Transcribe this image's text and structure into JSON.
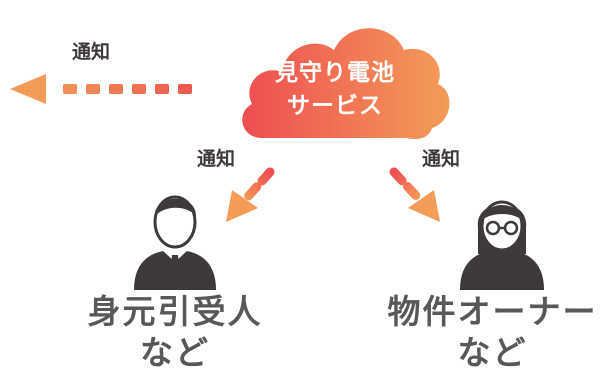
{
  "service": {
    "line1": "見守り電池",
    "line2": "サービス"
  },
  "notifications": {
    "left": "通知",
    "guarantor": "通知",
    "owner": "通知"
  },
  "roles": {
    "guarantor": {
      "line1": "身元引受人",
      "line2": "など"
    },
    "owner": {
      "line1": "物件オーナー",
      "line2": "など"
    }
  },
  "colors": {
    "gradient_start": "#ee4e52",
    "gradient_end": "#f39c58",
    "person_fill": "#3e3a39",
    "text_dark": "#3e3a39",
    "text_gray": "#595757"
  }
}
